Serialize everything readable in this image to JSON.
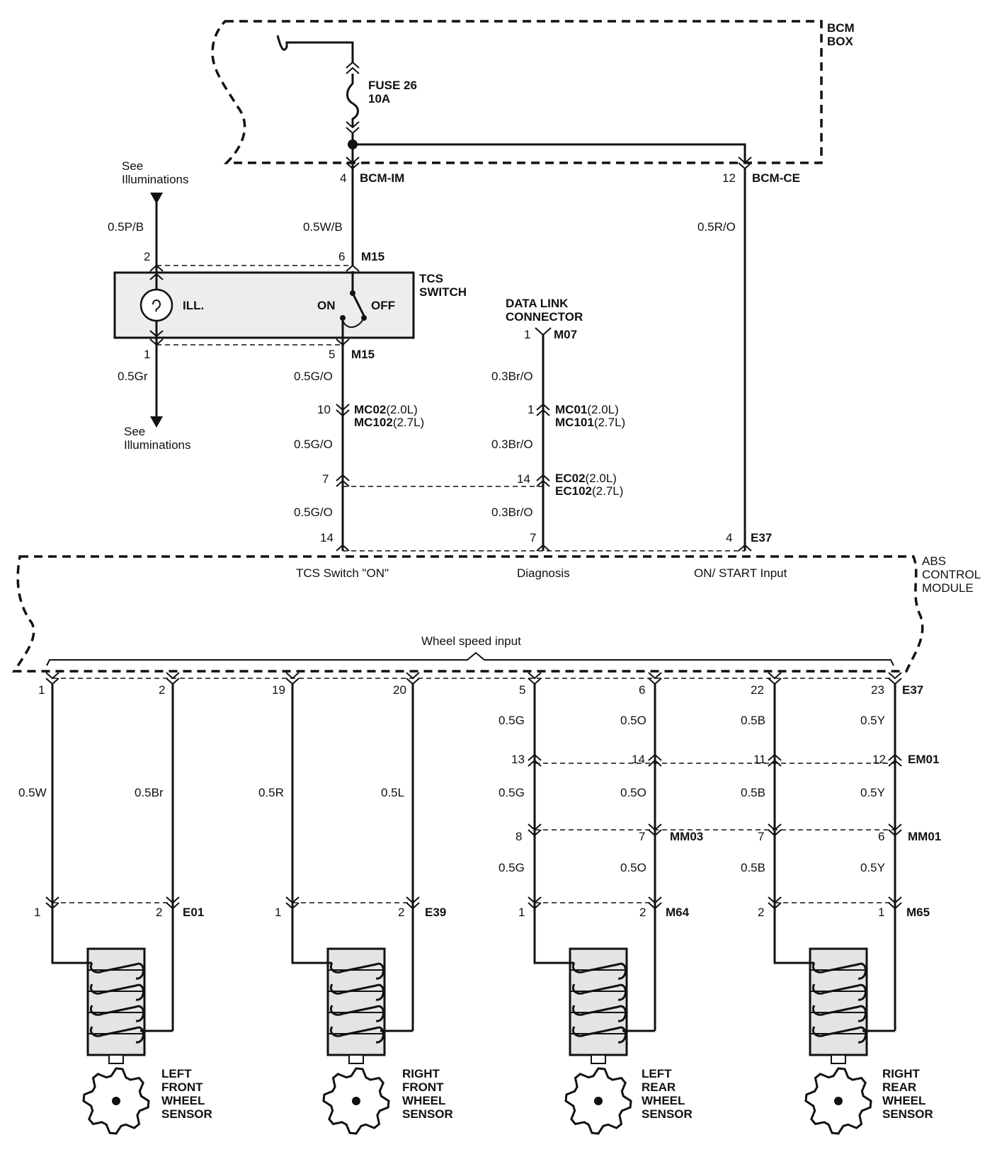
{
  "bcm_box": {
    "title_line1": "BCM",
    "title_line2": "BOX"
  },
  "fuse": {
    "name": "FUSE 26",
    "rating": "10A"
  },
  "bcm_im": {
    "pin": "4",
    "name": "BCM-IM"
  },
  "bcm_ce": {
    "pin": "12",
    "name": "BCM-CE"
  },
  "illum_top": {
    "line1": "See",
    "line2": "Illuminations"
  },
  "illum_bottom": {
    "line1": "See",
    "line2": "Illuminations"
  },
  "tcs_switch": {
    "title_line1": "TCS",
    "title_line2": "SWITCH",
    "ill_label": "ILL.",
    "on_label": "ON",
    "off_label": "OFF",
    "pin_2": "2",
    "pin_6": "6",
    "pin_1": "1",
    "pin_5": "5",
    "conn_top": "M15",
    "conn_bottom": "M15"
  },
  "wires": {
    "p_b": "0.5P/B",
    "w_b": "0.5W/B",
    "r_o": "0.5R/O",
    "gr": "0.5Gr",
    "g_o_1": "0.5G/O",
    "g_o_2": "0.5G/O",
    "g_o_3": "0.5G/O",
    "br_o_1": "0.3Br/O",
    "br_o_2": "0.3Br/O",
    "br_o_3": "0.3Br/O"
  },
  "dlc": {
    "title_line1": "DATA LINK",
    "title_line2": "CONNECTOR",
    "pin": "1",
    "conn": "M07"
  },
  "mc02": {
    "pin_left": "10",
    "name1": "MC02",
    "spec1": "(2.0L)",
    "name2": "MC102",
    "spec2": "(2.7L)"
  },
  "mc01": {
    "pin": "1",
    "name1": "MC01",
    "spec1": "(2.0L)",
    "name2": "MC101",
    "spec2": "(2.7L)"
  },
  "ec02": {
    "pin_left": "7",
    "pin_right": "14",
    "name1": "EC02",
    "spec1": "(2.0L)",
    "name2": "EC102",
    "spec2": "(2.7L)"
  },
  "abs_top": {
    "pin_14": "14",
    "pin_7": "7",
    "pin_4": "4",
    "conn": "E37"
  },
  "abs_module": {
    "title_line1": "ABS",
    "title_line2": "CONTROL",
    "title_line3": "MODULE",
    "tcs_on": "TCS Switch \"ON\"",
    "diagnosis": "Diagnosis",
    "on_start": "ON/ START Input",
    "wheel_speed": "Wheel speed input"
  },
  "abs_bottom": {
    "pins": [
      "1",
      "2",
      "19",
      "20",
      "5",
      "6",
      "22",
      "23"
    ],
    "conn": "E37"
  },
  "rear_wires": {
    "w5": "0.5G",
    "w6": "0.5O",
    "w22": "0.5B",
    "w23": "0.5Y",
    "w5b": "0.5G",
    "w6b": "0.5O",
    "w22b": "0.5B",
    "w23b": "0.5Y",
    "w5c": "0.5G",
    "w6c": "0.5O",
    "w22c": "0.5B",
    "w23c": "0.5Y"
  },
  "front_wires": {
    "w1": "0.5W",
    "w2": "0.5Br",
    "w19": "0.5R",
    "w20": "0.5L"
  },
  "em01": {
    "pins": [
      "13",
      "14",
      "11",
      "12"
    ],
    "conn": "EM01"
  },
  "mm03": {
    "pins": [
      "8",
      "7"
    ],
    "conn": "MM03"
  },
  "mm01": {
    "pins": [
      "7",
      "6"
    ],
    "conn": "MM01"
  },
  "sensor_conns": {
    "e01": {
      "pins": [
        "1",
        "2"
      ],
      "name": "E01"
    },
    "e39": {
      "pins": [
        "1",
        "2"
      ],
      "name": "E39"
    },
    "m64": {
      "pins": [
        "1",
        "2"
      ],
      "name": "M64"
    },
    "m65": {
      "pins": [
        "2",
        "1"
      ],
      "name": "M65"
    }
  },
  "sensors": [
    {
      "l1": "LEFT",
      "l2": "FRONT",
      "l3": "WHEEL",
      "l4": "SENSOR"
    },
    {
      "l1": "RIGHT",
      "l2": "FRONT",
      "l3": "WHEEL",
      "l4": "SENSOR"
    },
    {
      "l1": "LEFT",
      "l2": "REAR",
      "l3": "WHEEL",
      "l4": "SENSOR"
    },
    {
      "l1": "RIGHT",
      "l2": "REAR",
      "l3": "WHEEL",
      "l4": "SENSOR"
    }
  ]
}
